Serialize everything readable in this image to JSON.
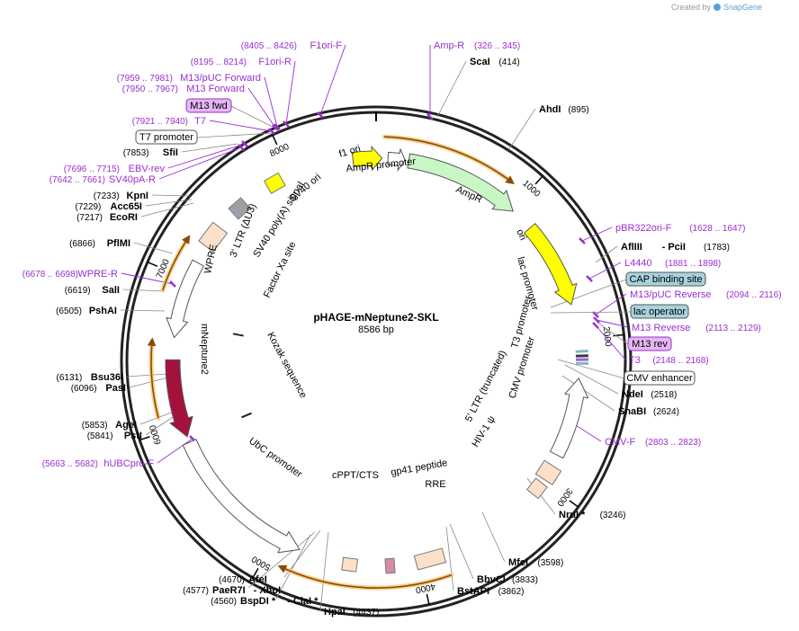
{
  "credit": {
    "prefix": "Created by",
    "brand": "SnapGene"
  },
  "plasmid": {
    "name": "pHAGE-mNeptune2-SKL",
    "length_label": "8586 bp",
    "length": 8586
  },
  "position_ticks": [
    "1000",
    "2000",
    "3000",
    "4000",
    "5000",
    "6000",
    "7000",
    "8000"
  ],
  "enzymes": [
    {
      "name": "ScaI",
      "pos": "(414)"
    },
    {
      "name": "AhdI",
      "pos": "(895)"
    },
    {
      "name": "AflIII",
      "extra": "- PciI",
      "pos": "(1783)"
    },
    {
      "name": "NdeI",
      "pos": "(2518)"
    },
    {
      "name": "SnaBI",
      "pos": "(2624)"
    },
    {
      "name": "NruI *",
      "pos": "(3246)"
    },
    {
      "name": "MfeI",
      "pos": "(3598)"
    },
    {
      "name": "BbvCI",
      "pos": "(3833)"
    },
    {
      "name": "BstAPI",
      "pos": "(3862)"
    },
    {
      "name": "HpaI",
      "pos": "(4437)"
    },
    {
      "name": "AfeI",
      "pos": "(4670)"
    },
    {
      "name": "PaeR7I",
      "extra": "- XhoI",
      "pos": "(4577)"
    },
    {
      "name": "BspDI *",
      "extra": "- ClaI *",
      "pos": "(4560)"
    },
    {
      "name": "PstI",
      "pos": "(5841)"
    },
    {
      "name": "AgeI",
      "pos": "(5853)"
    },
    {
      "name": "PasI",
      "pos": "(6096)"
    },
    {
      "name": "Bsu36I",
      "pos": "(6131)"
    },
    {
      "name": "PshAI",
      "pos": "(6505)"
    },
    {
      "name": "SalI",
      "pos": "(6619)"
    },
    {
      "name": "PflMI",
      "pos": "(6866)"
    },
    {
      "name": "EcoRI",
      "pos": "(7217)"
    },
    {
      "name": "Acc65I",
      "pos": "(7229)"
    },
    {
      "name": "KpnI",
      "pos": "(7233)"
    },
    {
      "name": "SfiI",
      "pos": "(7853)"
    }
  ],
  "primers": [
    {
      "name": "F1ori-F",
      "pos": "(8405 .. 8426)"
    },
    {
      "name": "F1ori-R",
      "pos": "(8195 .. 8214)"
    },
    {
      "name": "M13/pUC Forward",
      "pos": "(7959 .. 7981)"
    },
    {
      "name": "M13 Forward",
      "pos": "(7950 .. 7967)"
    },
    {
      "name": "T7",
      "pos": "(7921 .. 7940)"
    },
    {
      "name": "EBV-rev",
      "pos": "(7696 .. 7715)"
    },
    {
      "name": "SV40pA-R",
      "pos": "(7642 .. 7661)"
    },
    {
      "name": "WPRE-R",
      "pos": "(6678 .. 6698)"
    },
    {
      "name": "hUBCpro-F",
      "pos": "(5663 .. 5682)"
    },
    {
      "name": "Amp-R",
      "pos": "(326 .. 345)"
    },
    {
      "name": "pBR322ori-F",
      "pos": "(1628 .. 1647)"
    },
    {
      "name": "L4440",
      "pos": "(1881 .. 1898)"
    },
    {
      "name": "M13/pUC Reverse",
      "pos": "(2094 .. 2116)"
    },
    {
      "name": "M13 Reverse",
      "pos": "(2113 .. 2129)"
    },
    {
      "name": "T3",
      "pos": "(2148 .. 2168)"
    },
    {
      "name": "CMV-F",
      "pos": "(2803 .. 2823)"
    }
  ],
  "boxed_labels": {
    "m13_fwd": "M13 fwd",
    "t7_promoter": "T7 promoter",
    "cap_site": "CAP binding site",
    "lac_operator": "lac operator",
    "m13_rev": "M13 rev",
    "cmv_enhancer": "CMV enhancer"
  },
  "features": {
    "f1_ori": "f1 ori",
    "ampr_promoter": "AmpR promoter",
    "ampr": "AmpR",
    "ori": "ori",
    "lac_promoter": "lac promoter",
    "t3_promoter": "T3 promoter",
    "cmv_promoter": "CMV promoter",
    "ltr5": "5' LTR (truncated)",
    "hiv_psi": "HIV-1 ψ",
    "rre": "RRE",
    "gp41": "gp41 peptide",
    "cppt": "cPPT/CTS",
    "ubc": "UbC promoter",
    "kozak": "Kozak sequence",
    "mneptune2": "mNeptune2",
    "factor_xa": "Factor Xa site",
    "wpre": "WPRE",
    "ltr3": "3' LTR (ΔU3)",
    "sv40_polya": "SV40 poly(A) signal",
    "sv40_ori": "SV40 ori"
  },
  "colors": {
    "primer": "#9a2fd0",
    "mneptune2": "#a3123c",
    "ori": "#ffff00",
    "ampr": "#c8f7c5",
    "ltr": "#fde0c8",
    "orf_highlight": "#f5c77a",
    "cap": "#a7d3dd"
  }
}
